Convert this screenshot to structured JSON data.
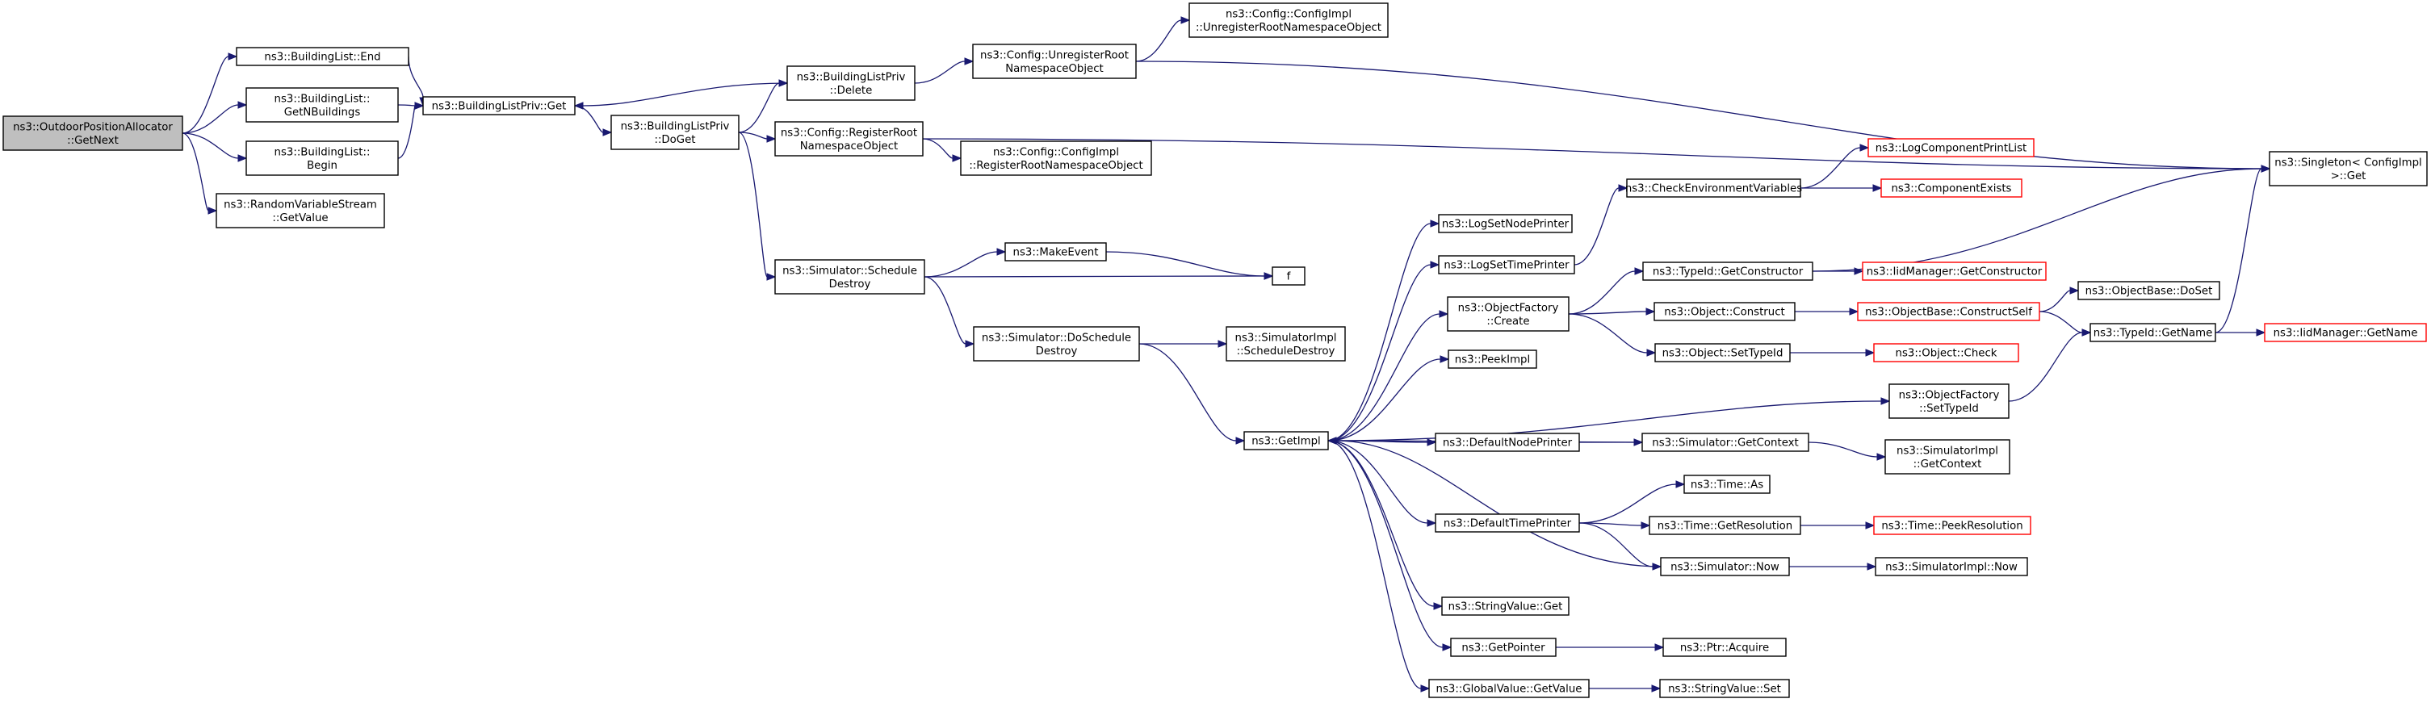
{
  "colors": {
    "edge": "#191970",
    "node_fill": "#ffffff",
    "node_border": "#000000",
    "truncated_border": "#ff0000",
    "root_fill": "#bfbfbf"
  },
  "nodes": [
    {
      "id": "root",
      "lines": [
        "ns3::OutdoorPositionAllocator",
        "::GetNext"
      ],
      "style": "root"
    },
    {
      "id": "bl_end",
      "lines": [
        "ns3::BuildingList::End"
      ]
    },
    {
      "id": "bl_getn",
      "lines": [
        "ns3::BuildingList::",
        "GetNBuildings"
      ]
    },
    {
      "id": "bl_begin",
      "lines": [
        "ns3::BuildingList::",
        "Begin"
      ]
    },
    {
      "id": "rvs",
      "lines": [
        "ns3::RandomVariableStream",
        "::GetValue"
      ]
    },
    {
      "id": "blp_get",
      "lines": [
        "ns3::BuildingListPriv::Get"
      ]
    },
    {
      "id": "blp_doget",
      "lines": [
        "ns3::BuildingListPriv",
        "::DoGet"
      ]
    },
    {
      "id": "blp_delete",
      "lines": [
        "ns3::BuildingListPriv",
        "::Delete"
      ]
    },
    {
      "id": "cfg_unreg",
      "lines": [
        "ns3::Config::UnregisterRoot",
        "NamespaceObject"
      ]
    },
    {
      "id": "cfgi_unreg",
      "lines": [
        "ns3::Config::ConfigImpl",
        "::UnregisterRootNamespaceObject"
      ]
    },
    {
      "id": "cfg_reg",
      "lines": [
        "ns3::Config::RegisterRoot",
        "NamespaceObject"
      ]
    },
    {
      "id": "cfgi_reg",
      "lines": [
        "ns3::Config::ConfigImpl",
        "::RegisterRootNamespaceObject"
      ]
    },
    {
      "id": "singleton",
      "lines": [
        "ns3::Singleton< ConfigImpl",
        ">::Get"
      ]
    },
    {
      "id": "sim_sched",
      "lines": [
        "ns3::Simulator::Schedule",
        "Destroy"
      ]
    },
    {
      "id": "makeevent",
      "lines": [
        "ns3::MakeEvent"
      ]
    },
    {
      "id": "f",
      "lines": [
        "f"
      ]
    },
    {
      "id": "sim_dosched",
      "lines": [
        "ns3::Simulator::DoSchedule",
        "Destroy"
      ]
    },
    {
      "id": "simi_sched",
      "lines": [
        "ns3::SimulatorImpl",
        "::ScheduleDestroy"
      ]
    },
    {
      "id": "getimpl",
      "lines": [
        "ns3::GetImpl"
      ]
    },
    {
      "id": "logsetnode",
      "lines": [
        "ns3::LogSetNodePrinter"
      ]
    },
    {
      "id": "logsettime",
      "lines": [
        "ns3::LogSetTimePrinter"
      ]
    },
    {
      "id": "checkenv",
      "lines": [
        "ns3::CheckEnvironmentVariables"
      ]
    },
    {
      "id": "logcomplist",
      "lines": [
        "ns3::LogComponentPrintList"
      ],
      "style": "truncated"
    },
    {
      "id": "compexists",
      "lines": [
        "ns3::ComponentExists"
      ],
      "style": "truncated"
    },
    {
      "id": "objfact_create",
      "lines": [
        "ns3::ObjectFactory",
        "::Create"
      ]
    },
    {
      "id": "typeid_getctor",
      "lines": [
        "ns3::TypeId::GetConstructor"
      ]
    },
    {
      "id": "iid_getctor",
      "lines": [
        "ns3::IidManager::GetConstructor"
      ],
      "style": "truncated"
    },
    {
      "id": "obj_construct",
      "lines": [
        "ns3::Object::Construct"
      ]
    },
    {
      "id": "objbase_cself",
      "lines": [
        "ns3::ObjectBase::ConstructSelf"
      ],
      "style": "truncated"
    },
    {
      "id": "objbase_doset",
      "lines": [
        "ns3::ObjectBase::DoSet"
      ]
    },
    {
      "id": "typeid_getname",
      "lines": [
        "ns3::TypeId::GetName"
      ]
    },
    {
      "id": "iid_getname",
      "lines": [
        "ns3::IidManager::GetName"
      ],
      "style": "truncated"
    },
    {
      "id": "obj_settypeid",
      "lines": [
        "ns3::Object::SetTypeId"
      ]
    },
    {
      "id": "obj_check",
      "lines": [
        "ns3::Object::Check"
      ],
      "style": "truncated"
    },
    {
      "id": "peekimpl",
      "lines": [
        "ns3::PeekImpl"
      ]
    },
    {
      "id": "objfact_settypeid",
      "lines": [
        "ns3::ObjectFactory",
        "::SetTypeId"
      ]
    },
    {
      "id": "defnodeprinter",
      "lines": [
        "ns3::DefaultNodePrinter"
      ]
    },
    {
      "id": "sim_getctx",
      "lines": [
        "ns3::Simulator::GetContext"
      ]
    },
    {
      "id": "simi_getctx",
      "lines": [
        "ns3::SimulatorImpl",
        "::GetContext"
      ]
    },
    {
      "id": "deftimeprinter",
      "lines": [
        "ns3::DefaultTimePrinter"
      ]
    },
    {
      "id": "time_as",
      "lines": [
        "ns3::Time::As"
      ]
    },
    {
      "id": "time_getres",
      "lines": [
        "ns3::Time::GetResolution"
      ]
    },
    {
      "id": "time_peekres",
      "lines": [
        "ns3::Time::PeekResolution"
      ],
      "style": "truncated"
    },
    {
      "id": "sim_now",
      "lines": [
        "ns3::Simulator::Now"
      ]
    },
    {
      "id": "simi_now",
      "lines": [
        "ns3::SimulatorImpl::Now"
      ]
    },
    {
      "id": "strval_get",
      "lines": [
        "ns3::StringValue::Get"
      ]
    },
    {
      "id": "getpointer",
      "lines": [
        "ns3::GetPointer"
      ]
    },
    {
      "id": "ptr_acquire",
      "lines": [
        "ns3::Ptr::Acquire"
      ]
    },
    {
      "id": "globval_get",
      "lines": [
        "ns3::GlobalValue::GetValue"
      ]
    },
    {
      "id": "strval_set",
      "lines": [
        "ns3::StringValue::Set"
      ]
    }
  ],
  "edges": [
    [
      "root",
      "bl_end"
    ],
    [
      "root",
      "bl_getn"
    ],
    [
      "root",
      "bl_begin"
    ],
    [
      "root",
      "rvs"
    ],
    [
      "bl_end",
      "blp_get"
    ],
    [
      "bl_getn",
      "blp_get"
    ],
    [
      "bl_begin",
      "blp_get"
    ],
    [
      "blp_get",
      "blp_doget"
    ],
    [
      "blp_doget",
      "blp_delete"
    ],
    [
      "blp_delete",
      "blp_get"
    ],
    [
      "blp_doget",
      "cfg_reg"
    ],
    [
      "blp_doget",
      "sim_sched"
    ],
    [
      "blp_delete",
      "cfg_unreg"
    ],
    [
      "cfg_unreg",
      "cfgi_unreg"
    ],
    [
      "cfg_unreg",
      "singleton"
    ],
    [
      "cfg_reg",
      "cfgi_reg"
    ],
    [
      "cfg_reg",
      "singleton"
    ],
    [
      "sim_sched",
      "makeevent"
    ],
    [
      "sim_sched",
      "f"
    ],
    [
      "makeevent",
      "f"
    ],
    [
      "sim_sched",
      "sim_dosched"
    ],
    [
      "sim_dosched",
      "simi_sched"
    ],
    [
      "sim_dosched",
      "getimpl"
    ],
    [
      "getimpl",
      "logsetnode"
    ],
    [
      "getimpl",
      "logsettime"
    ],
    [
      "getimpl",
      "objfact_create"
    ],
    [
      "getimpl",
      "peekimpl"
    ],
    [
      "getimpl",
      "objfact_settypeid"
    ],
    [
      "getimpl",
      "defnodeprinter"
    ],
    [
      "getimpl",
      "deftimeprinter"
    ],
    [
      "getimpl",
      "strval_get"
    ],
    [
      "getimpl",
      "getpointer"
    ],
    [
      "getimpl",
      "globval_get"
    ],
    [
      "logsettime",
      "checkenv"
    ],
    [
      "checkenv",
      "logcomplist"
    ],
    [
      "checkenv",
      "compexists"
    ],
    [
      "objfact_create",
      "typeid_getctor"
    ],
    [
      "objfact_create",
      "obj_construct"
    ],
    [
      "objfact_create",
      "obj_settypeid"
    ],
    [
      "typeid_getctor",
      "iid_getctor"
    ],
    [
      "typeid_getctor",
      "singleton"
    ],
    [
      "obj_construct",
      "objbase_cself"
    ],
    [
      "objbase_cself",
      "objbase_doset"
    ],
    [
      "objbase_cself",
      "typeid_getname"
    ],
    [
      "typeid_getname",
      "iid_getname"
    ],
    [
      "typeid_getname",
      "singleton"
    ],
    [
      "obj_settypeid",
      "obj_check"
    ],
    [
      "objfact_settypeid",
      "typeid_getname"
    ],
    [
      "defnodeprinter",
      "sim_getctx"
    ],
    [
      "sim_getctx",
      "getimpl"
    ],
    [
      "sim_getctx",
      "simi_getctx"
    ],
    [
      "deftimeprinter",
      "time_as"
    ],
    [
      "deftimeprinter",
      "time_getres"
    ],
    [
      "deftimeprinter",
      "sim_now"
    ],
    [
      "time_getres",
      "time_peekres"
    ],
    [
      "sim_now",
      "getimpl"
    ],
    [
      "sim_now",
      "simi_now"
    ],
    [
      "getpointer",
      "ptr_acquire"
    ],
    [
      "globval_get",
      "strval_set"
    ]
  ]
}
